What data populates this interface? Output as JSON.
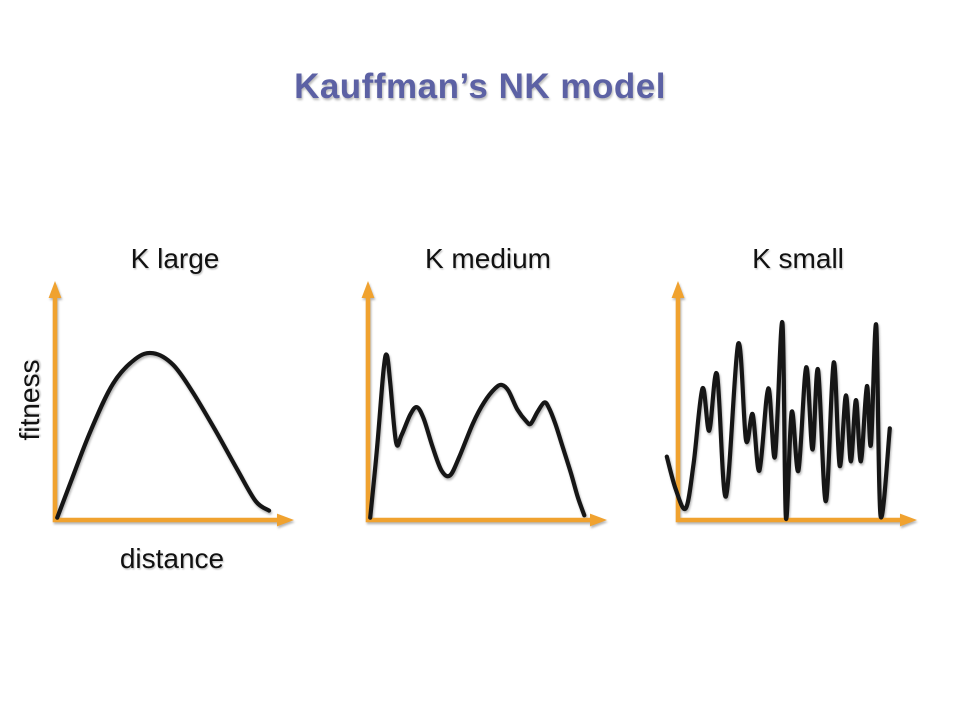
{
  "slide": {
    "title": "Kauffman’s NK model",
    "title_color": "#5c61a4",
    "background_color": "#ffffff"
  },
  "axes": {
    "axis_color": "#f0a22f",
    "curve_color": "#161616",
    "x_label": "distance",
    "y_label": "fitness"
  },
  "chart_data": [
    {
      "type": "line",
      "title": "K large",
      "xlabel": "distance",
      "ylabel": "fitness",
      "x_range": [
        0,
        100
      ],
      "y_range": [
        0,
        100
      ],
      "grid": false,
      "legend": false,
      "shape_note": "single smooth broad peak",
      "points": [
        [
          1,
          1
        ],
        [
          7,
          16
        ],
        [
          16,
          38
        ],
        [
          26,
          58
        ],
        [
          36,
          68.5
        ],
        [
          44,
          71
        ],
        [
          53,
          66
        ],
        [
          62,
          54
        ],
        [
          72,
          38
        ],
        [
          82,
          21
        ],
        [
          90,
          8
        ],
        [
          96,
          4
        ]
      ]
    },
    {
      "type": "line",
      "title": "K medium",
      "xlabel": "distance",
      "ylabel": "fitness",
      "x_range": [
        0,
        100
      ],
      "y_range": [
        0,
        100
      ],
      "grid": false,
      "legend": false,
      "shape_note": "a few local peaks of varying height",
      "points": [
        [
          1,
          1
        ],
        [
          4,
          30
        ],
        [
          7,
          64
        ],
        [
          8.5,
          70
        ],
        [
          10,
          58
        ],
        [
          12.6,
          33
        ],
        [
          15,
          36
        ],
        [
          19,
          45
        ],
        [
          22,
          48
        ],
        [
          25,
          43
        ],
        [
          29,
          31
        ],
        [
          33,
          21
        ],
        [
          36.8,
          19
        ],
        [
          41,
          27
        ],
        [
          47,
          41
        ],
        [
          52,
          50
        ],
        [
          57,
          56
        ],
        [
          60,
          57.5
        ],
        [
          63,
          55
        ],
        [
          67,
          47
        ],
        [
          71,
          42
        ],
        [
          73,
          41
        ],
        [
          76,
          46
        ],
        [
          79,
          50
        ],
        [
          81,
          48
        ],
        [
          84,
          41
        ],
        [
          87,
          32
        ],
        [
          91,
          20
        ],
        [
          94,
          10
        ],
        [
          97,
          2
        ]
      ]
    },
    {
      "type": "line",
      "title": "K small",
      "xlabel": "distance",
      "ylabel": "fitness",
      "x_range": [
        0,
        100
      ],
      "y_range": [
        0,
        100
      ],
      "grid": false,
      "legend": false,
      "shape_note": "many rugged sharp peaks",
      "points": [
        [
          -5,
          27
        ],
        [
          -1,
          13
        ],
        [
          3.5,
          5
        ],
        [
          7,
          24
        ],
        [
          11,
          56
        ],
        [
          14,
          38
        ],
        [
          17.5,
          62
        ],
        [
          21.5,
          10
        ],
        [
          27,
          75
        ],
        [
          30.5,
          34
        ],
        [
          33.5,
          45
        ],
        [
          36.5,
          21
        ],
        [
          40.5,
          56
        ],
        [
          43.5,
          27
        ],
        [
          46.8,
          84
        ],
        [
          48.4,
          1
        ],
        [
          51,
          46
        ],
        [
          54,
          21
        ],
        [
          57.5,
          65
        ],
        [
          60.3,
          30
        ],
        [
          62.8,
          64
        ],
        [
          66.3,
          8
        ],
        [
          69.8,
          67
        ],
        [
          72.5,
          23
        ],
        [
          75.3,
          53
        ],
        [
          77.5,
          25
        ],
        [
          79.8,
          51
        ],
        [
          82,
          25
        ],
        [
          84.7,
          57
        ],
        [
          86.5,
          32
        ],
        [
          88.9,
          83
        ],
        [
          90.8,
          2
        ],
        [
          95,
          39
        ]
      ]
    }
  ]
}
